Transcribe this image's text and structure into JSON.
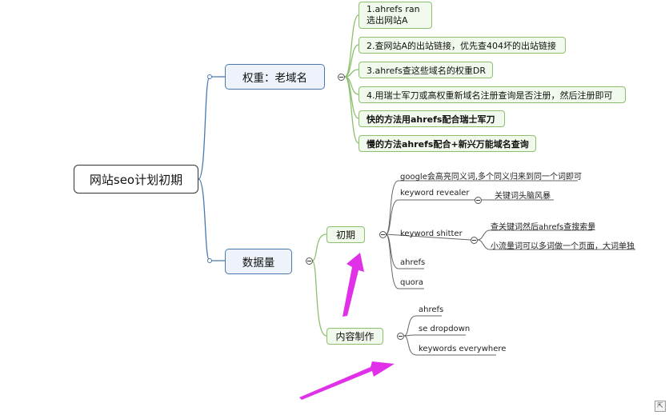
{
  "root": {
    "label": "网站seo计划初期"
  },
  "branches": {
    "weight": {
      "label": "权重：老域名",
      "items": [
        {
          "line1": "1.ahrefs ran",
          "line2": "选出网站A"
        },
        {
          "label": "2.查网站A的出站链接，优先查404坏的出站链接"
        },
        {
          "label": "3.ahrefs查这些域名的权重DR"
        },
        {
          "label": "4.用瑞士军刀或高权重新域名注册查询是否注册，然后注册即可"
        },
        {
          "label": "快的方法用ahrefs配合瑞士军刀"
        },
        {
          "label": "慢的方法ahrefs配合+新兴万能域名查询"
        }
      ]
    },
    "data": {
      "label": "数据量",
      "early": {
        "label": "初期",
        "items": {
          "google": "google会高亮同义词,多个同义归来到同一个词即可",
          "revealer": "keyword revealer",
          "revealer_child": "关键词头脑风暴",
          "shitter": "keyword shitter",
          "shitter_child1": "查关键词然后ahrefs查搜索量",
          "shitter_child2": "小流量词可以多词做一个页面，大词单独",
          "ahrefs": "ahrefs",
          "quora": "quora"
        }
      },
      "content": {
        "label": "内容制作",
        "items": [
          "ahrefs",
          "se dropdown",
          "keywords everywhere"
        ]
      }
    }
  },
  "colors": {
    "root_border": "#333333",
    "l1_border": "#4a79b0",
    "l1_fill": "#eef3fb",
    "l2_border": "#8cbf6e",
    "l2_fill": "#f1f9ec",
    "connector": "#4a79b0",
    "connector_green": "#8cbf6e",
    "arrow": "#e030e8"
  },
  "icons": {
    "collapse": "collapse-minus-icon",
    "corner": "restore-view-icon"
  }
}
